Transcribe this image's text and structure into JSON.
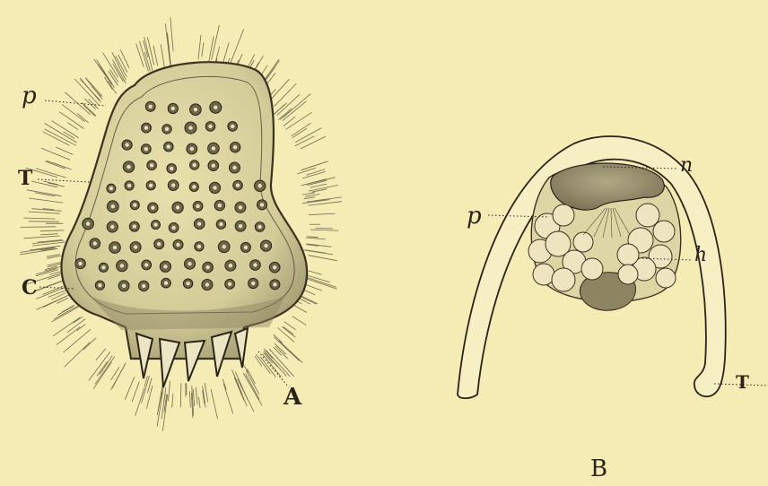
{
  "colors": {
    "background": "#f4ecb4",
    "ink": "#2a241a",
    "body_shade": "#cfc79a",
    "nucleus_shade": "#8f8766"
  },
  "figure_a": {
    "labels": {
      "p": "p",
      "T": "T",
      "C": "C",
      "A": "A"
    }
  },
  "figure_b": {
    "caption": "B",
    "labels": {
      "n": "n",
      "p": "p",
      "h": "h",
      "T": "T"
    }
  }
}
